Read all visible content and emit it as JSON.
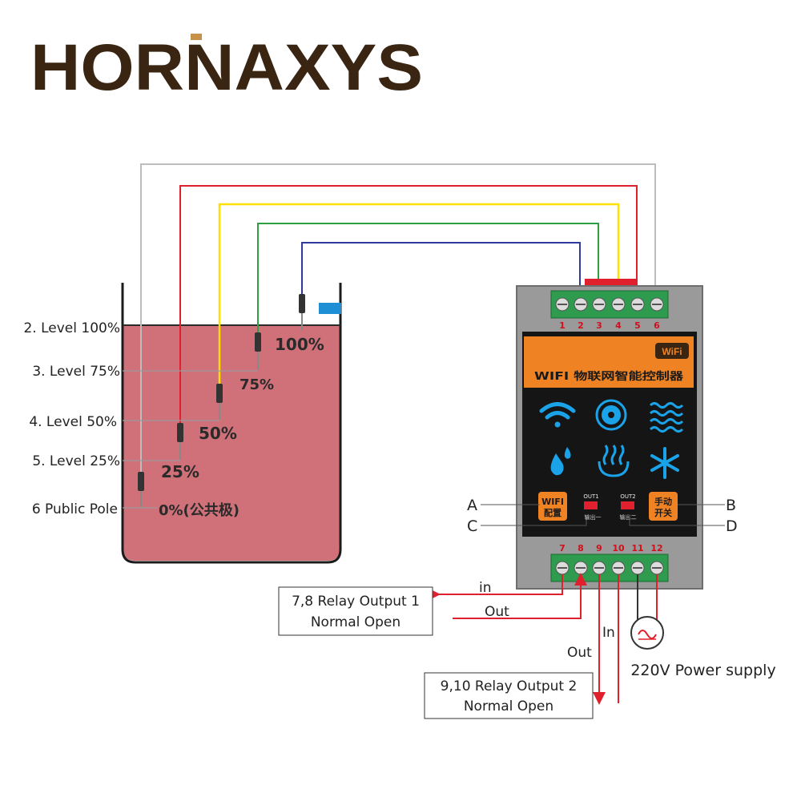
{
  "brand": {
    "logo_text": "HORNAXYS"
  },
  "tank": {
    "percent_labels": [
      "100%",
      "75%",
      "50%",
      "25%",
      "0%(公共极)"
    ]
  },
  "level_labels": [
    "2. Level 100%",
    "3. Level 75%",
    "4. Level 50%",
    "5. Level 25%",
    "6 Public Pole"
  ],
  "controller": {
    "top_terminals": [
      "1",
      "2",
      "3",
      "4",
      "5",
      "6"
    ],
    "bottom_terminals": [
      "7",
      "8",
      "9",
      "10",
      "11",
      "12"
    ],
    "badge": "WiFi",
    "panel_title": "WIFI 物联网智能控制器",
    "wifi_button": [
      "WIFI",
      "配置"
    ],
    "manual_button": [
      "手动",
      "开关"
    ],
    "out1": "OUT1",
    "out1_sub": "输出一",
    "out2": "OUT2",
    "out2_sub": "输出二",
    "icons": [
      "wifi-icon",
      "fan-icon",
      "waves-icon",
      "water-drop-icon",
      "heater-icon",
      "snowflake-icon"
    ]
  },
  "callouts": {
    "a": "A",
    "b": "B",
    "c": "C",
    "d": "D"
  },
  "relay1": {
    "line1": "7,8 Relay Output 1",
    "line2": "Normal Open",
    "in_label": "in",
    "out_label": "Out"
  },
  "relay2": {
    "line1": "9,10 Relay Output 2",
    "line2": "Normal Open",
    "in_label": "In",
    "out_label": "Out"
  },
  "power": {
    "label": "220V Power supply"
  },
  "colors": {
    "gray_wire": "#bdbdbd",
    "red_wire": "#e0202c",
    "yellow_wire": "#ffe000",
    "green_wire": "#2ea043",
    "blue_wire": "#2e3a9c",
    "water": "#d07078",
    "panel_orange": "#ef8324",
    "icon_blue": "#1aa3e8"
  }
}
